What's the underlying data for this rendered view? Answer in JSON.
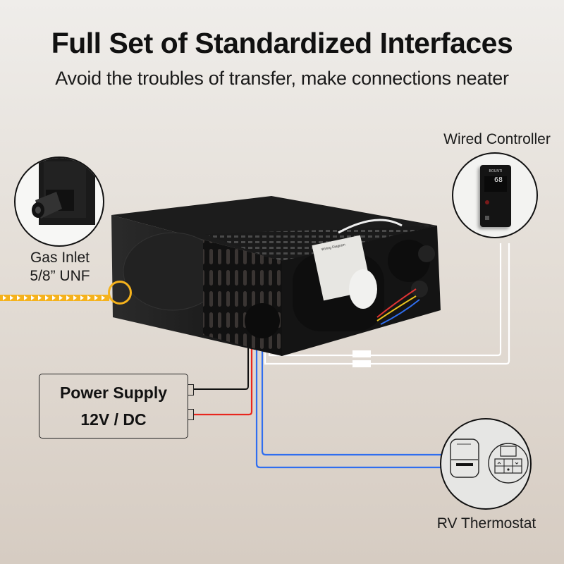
{
  "header": {
    "title": "Full Set of Standardized Interfaces",
    "subtitle": "Avoid the troubles of transfer, make connections neater"
  },
  "callouts": {
    "gas_inlet": {
      "line1": "Gas Inlet",
      "line2": "5/8” UNF",
      "icon": "gas-fitting-icon"
    },
    "wired_controller": {
      "label": "Wired Controller",
      "brand": "BOUNTI",
      "display_temp": "68",
      "icon": "wall-controller-icon"
    },
    "power_supply": {
      "line1": "Power Supply",
      "line2": "12V / DC"
    },
    "rv_thermostat": {
      "label": "RV Thermostat",
      "icon": "thermostat-icon"
    }
  },
  "product": {
    "name": "RV furnace heater unit",
    "label_text": "Wiring Diagram"
  },
  "colors": {
    "gas_line": "#f5b21c",
    "power_negative": "#111111",
    "power_positive": "#e8261d",
    "thermostat_wire": "#2f6ef0",
    "controller_wire": "#ffffff",
    "highlight_ring": "#f5b21c"
  }
}
